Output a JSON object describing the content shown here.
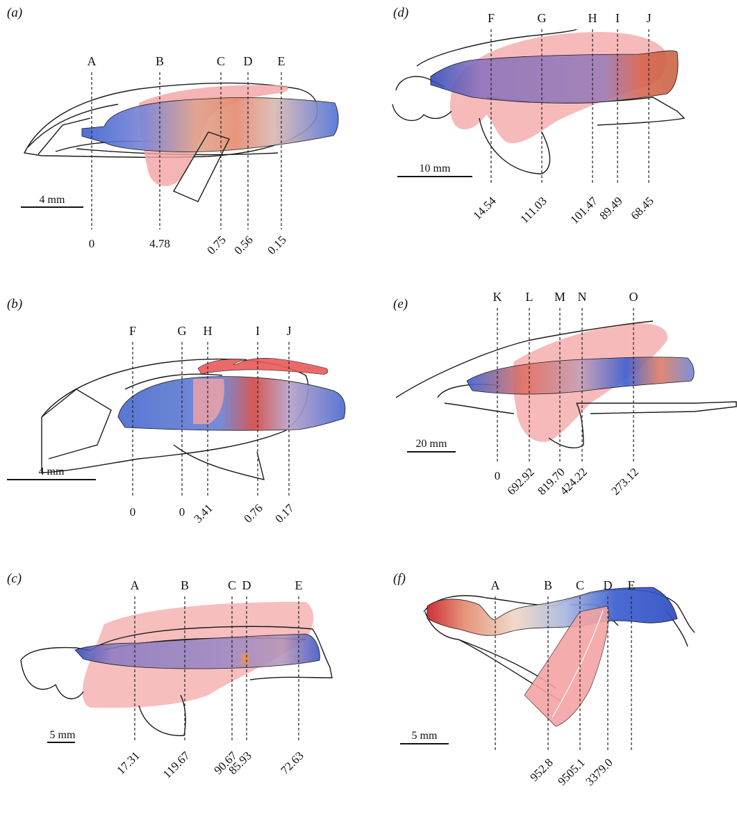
{
  "panels": [
    {
      "id": "a",
      "label": "(a)",
      "scale_bar": "4 mm",
      "sections": [
        {
          "letter": "A",
          "value": "0"
        },
        {
          "letter": "B",
          "value": "4.78"
        },
        {
          "letter": "C",
          "value": "0.75"
        },
        {
          "letter": "D",
          "value": "0.56"
        },
        {
          "letter": "E",
          "value": "0.15"
        }
      ]
    },
    {
      "id": "b",
      "label": "(b)",
      "scale_bar": "4 mm",
      "sections": [
        {
          "letter": "F",
          "value": "0"
        },
        {
          "letter": "G",
          "value": "0"
        },
        {
          "letter": "H",
          "value": "3.41"
        },
        {
          "letter": "I",
          "value": "0.76"
        },
        {
          "letter": "J",
          "value": "0.17"
        }
      ]
    },
    {
      "id": "c",
      "label": "(c)",
      "scale_bar": "5 mm",
      "sections": [
        {
          "letter": "A",
          "value": "17.31"
        },
        {
          "letter": "B",
          "value": "119.67"
        },
        {
          "letter": "C",
          "value": "90.67"
        },
        {
          "letter": "D",
          "value": "85.93"
        },
        {
          "letter": "E",
          "value": "72.63"
        }
      ]
    },
    {
      "id": "d",
      "label": "(d)",
      "scale_bar": "10 mm",
      "sections": [
        {
          "letter": "F",
          "value": "14.54"
        },
        {
          "letter": "G",
          "value": "111.03"
        },
        {
          "letter": "H",
          "value": "101.47"
        },
        {
          "letter": "I",
          "value": "89.49"
        },
        {
          "letter": "J",
          "value": "68.45"
        }
      ]
    },
    {
      "id": "e",
      "label": "(e)",
      "scale_bar": "20 mm",
      "sections": [
        {
          "letter": "K",
          "value": "0"
        },
        {
          "letter": "L",
          "value": "692.92"
        },
        {
          "letter": "M",
          "value": "819.70"
        },
        {
          "letter": "N",
          "value": "424.22"
        },
        {
          "letter": "O",
          "value": "273.12"
        }
      ]
    },
    {
      "id": "f",
      "label": "(f)",
      "scale_bar": "5 mm",
      "sections": [
        {
          "letter": "A",
          "value": ""
        },
        {
          "letter": "B",
          "value": "952.8"
        },
        {
          "letter": "C",
          "value": "9505.1"
        },
        {
          "letter": "D",
          "value": "3379.0"
        },
        {
          "letter": "E",
          "value": ""
        }
      ]
    }
  ],
  "colors": {
    "outline": "#1a1a1a",
    "muscle_pink": "#f4a3a3",
    "low_blue": "#3b5fd0",
    "mid_purple": "#9a88c4",
    "high_red": "#e0403a",
    "cream": "#f0d6c4"
  }
}
